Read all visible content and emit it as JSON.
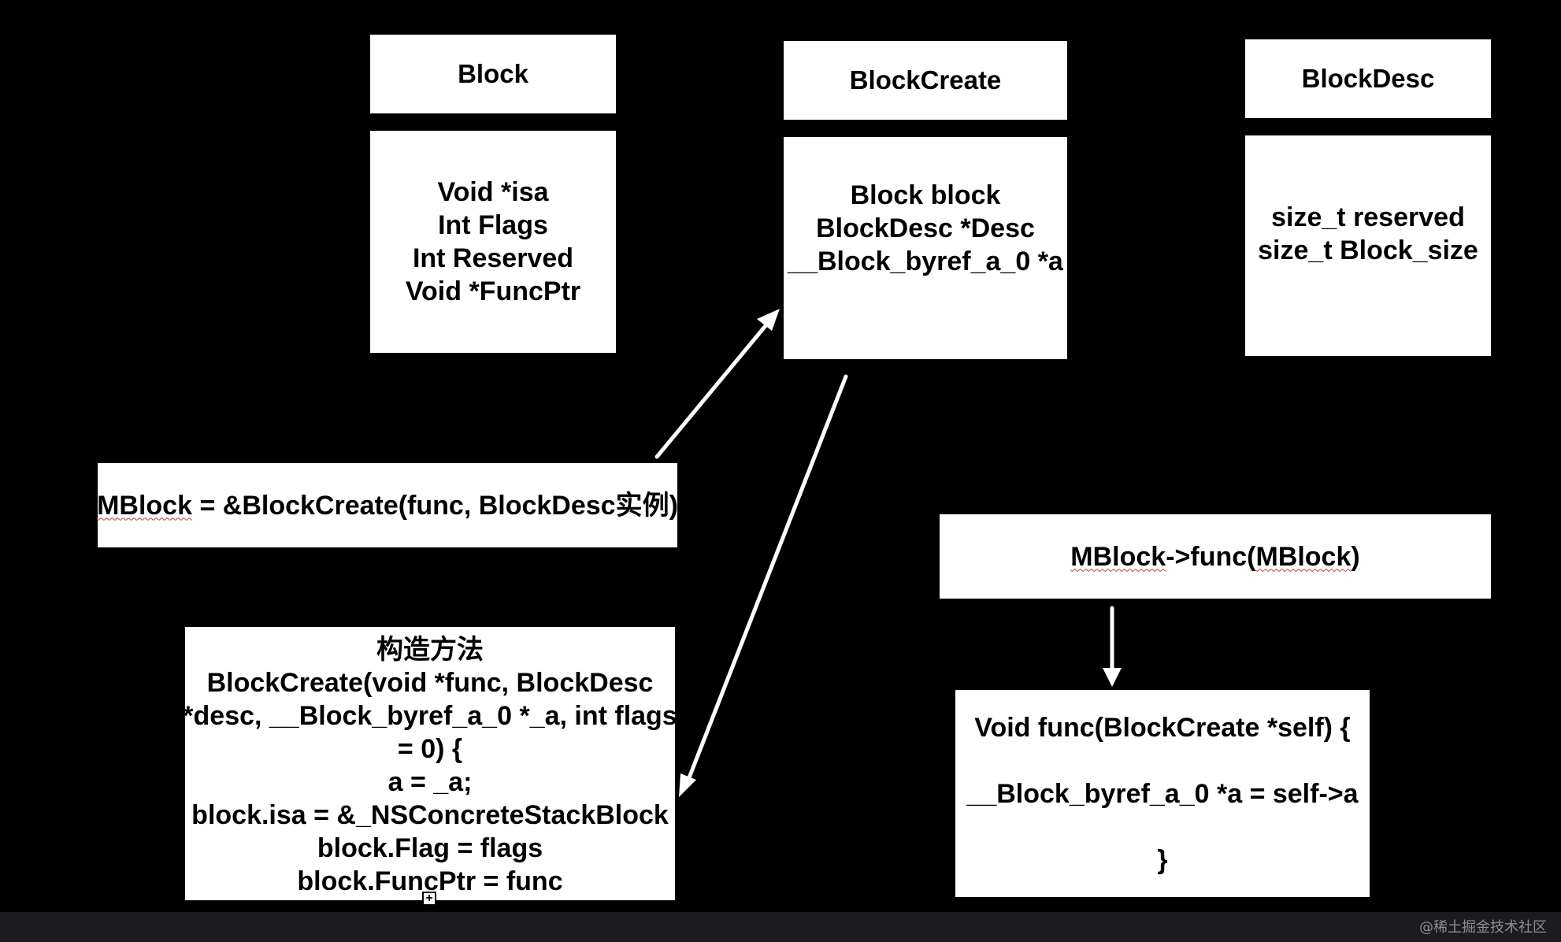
{
  "block": {
    "title": "Block",
    "fields": [
      "Void *isa",
      "Int Flags",
      "Int Reserved",
      "Void *FuncPtr"
    ]
  },
  "block_create": {
    "title": "BlockCreate",
    "fields": [
      "Block block",
      "BlockDesc *Desc",
      "__Block_byref_a_0 *a"
    ]
  },
  "block_desc": {
    "title": "BlockDesc",
    "fields": [
      "size_t reserved",
      "size_t Block_size"
    ]
  },
  "mblock_assign": {
    "prefix": "MBlock",
    "rest": " = &BlockCreate(func, BlockDesc实例)"
  },
  "mblock_call": {
    "left": "MBlock",
    "middle": "->func(",
    "right": "MBlock",
    "end": ")"
  },
  "constructor": {
    "lines": [
      "构造方法",
      "BlockCreate(void *func, BlockDesc",
      "*desc, __Block_byref_a_0 *_a, int flags",
      "= 0) {",
      "a = _a;",
      "block.isa = &_NSConcreteStackBlock",
      "block.Flag = flags",
      "block.FuncPtr = func"
    ]
  },
  "func_def": {
    "lines": [
      "Void func(BlockCreate *self) {",
      "",
      "__Block_byref_a_0 *a = self->a",
      "",
      "}"
    ]
  },
  "watermark": "@稀土掘金技术社区",
  "colors": {
    "background": "#000000",
    "box_fill": "#ffffff",
    "arrow": "#ffffff",
    "spellcheck_underline": "#c0392b"
  }
}
